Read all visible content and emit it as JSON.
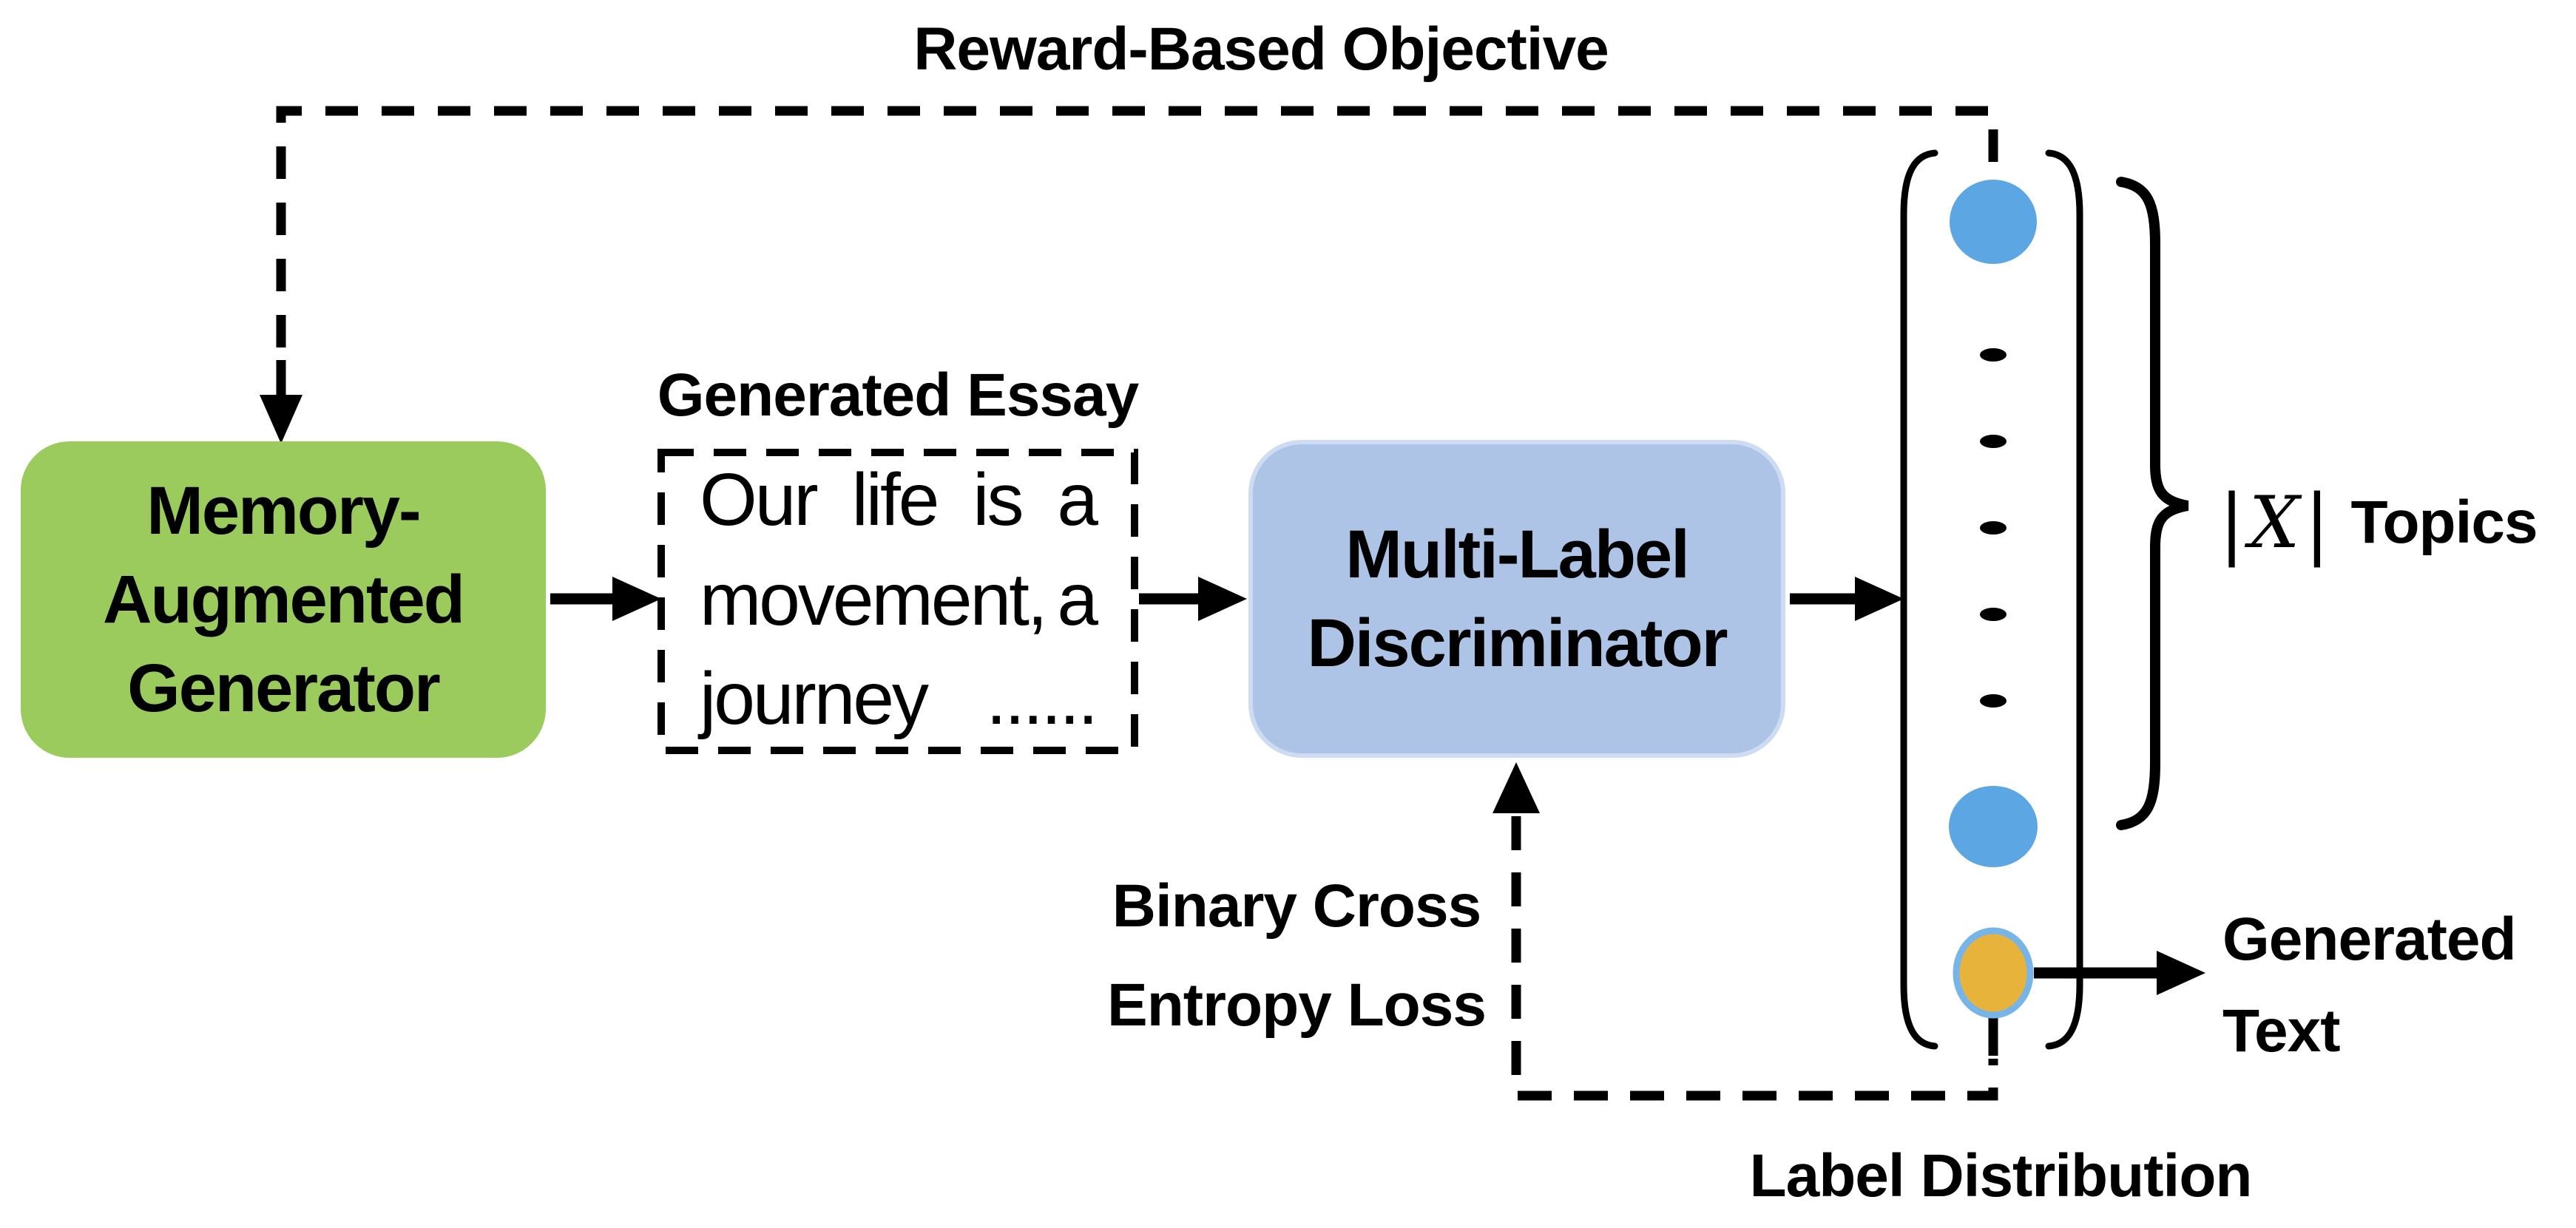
{
  "colors": {
    "canvas": "#FFFFFF",
    "ink": "#000000",
    "generator-fill": "#9BCB5C",
    "discriminator-fill": "#AEC4E6",
    "discriminator-border": "#CDDCF2",
    "node-blue": "#5BA6E3",
    "node-yellow": "#E8B33B",
    "node-yellow-ring": "#77B5E8"
  },
  "header": {
    "reward_objective_label": "Reward-Based Objective"
  },
  "generator": {
    "lines": [
      "Memory-",
      "Augmented",
      "Generator"
    ]
  },
  "essay": {
    "title": "Generated Essay",
    "lines": [
      {
        "words": [
          "Our",
          "life",
          "is",
          "a"
        ]
      },
      {
        "words": [
          "movement,",
          "a"
        ]
      },
      {
        "words": [
          "journey",
          "......"
        ]
      }
    ]
  },
  "discriminator": {
    "lines": [
      "Multi-Label",
      "Discriminator"
    ]
  },
  "loss": {
    "lines": [
      "Binary Cross",
      "Entropy Loss"
    ]
  },
  "topics": {
    "bar_left": "|",
    "symbol": "X",
    "bar_right": "|",
    "label": "Topics"
  },
  "generated_text": {
    "lines": [
      "Generated",
      "Text"
    ]
  },
  "distribution": {
    "label": "Label Distribution"
  }
}
